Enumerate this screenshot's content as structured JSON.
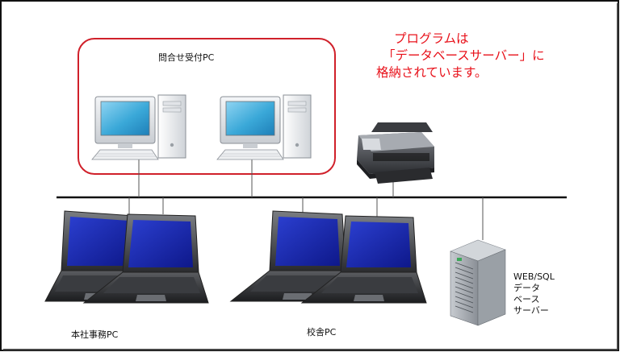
{
  "diagram": {
    "groups": {
      "reception": {
        "label": "問合せ受付PC"
      },
      "main_office": {
        "label": "本社事務PC"
      },
      "school": {
        "label": "校舎PC"
      }
    },
    "server": {
      "label_lines": [
        "WEB/SQL",
        "データ",
        "ベース",
        "サーバー"
      ]
    },
    "note": {
      "lines": [
        "プログラムは",
        "「データベースサーバー」に",
        "格納されています。"
      ]
    },
    "colors": {
      "note_text": "#e8111a",
      "group_border": "#d0202a",
      "screen": "#3aa8d8",
      "laptop_screen": "#1a2aa8",
      "network_line": "#111111"
    },
    "icons": [
      "desktop-pc-icon",
      "laptop-icon",
      "printer-icon",
      "server-icon"
    ]
  }
}
